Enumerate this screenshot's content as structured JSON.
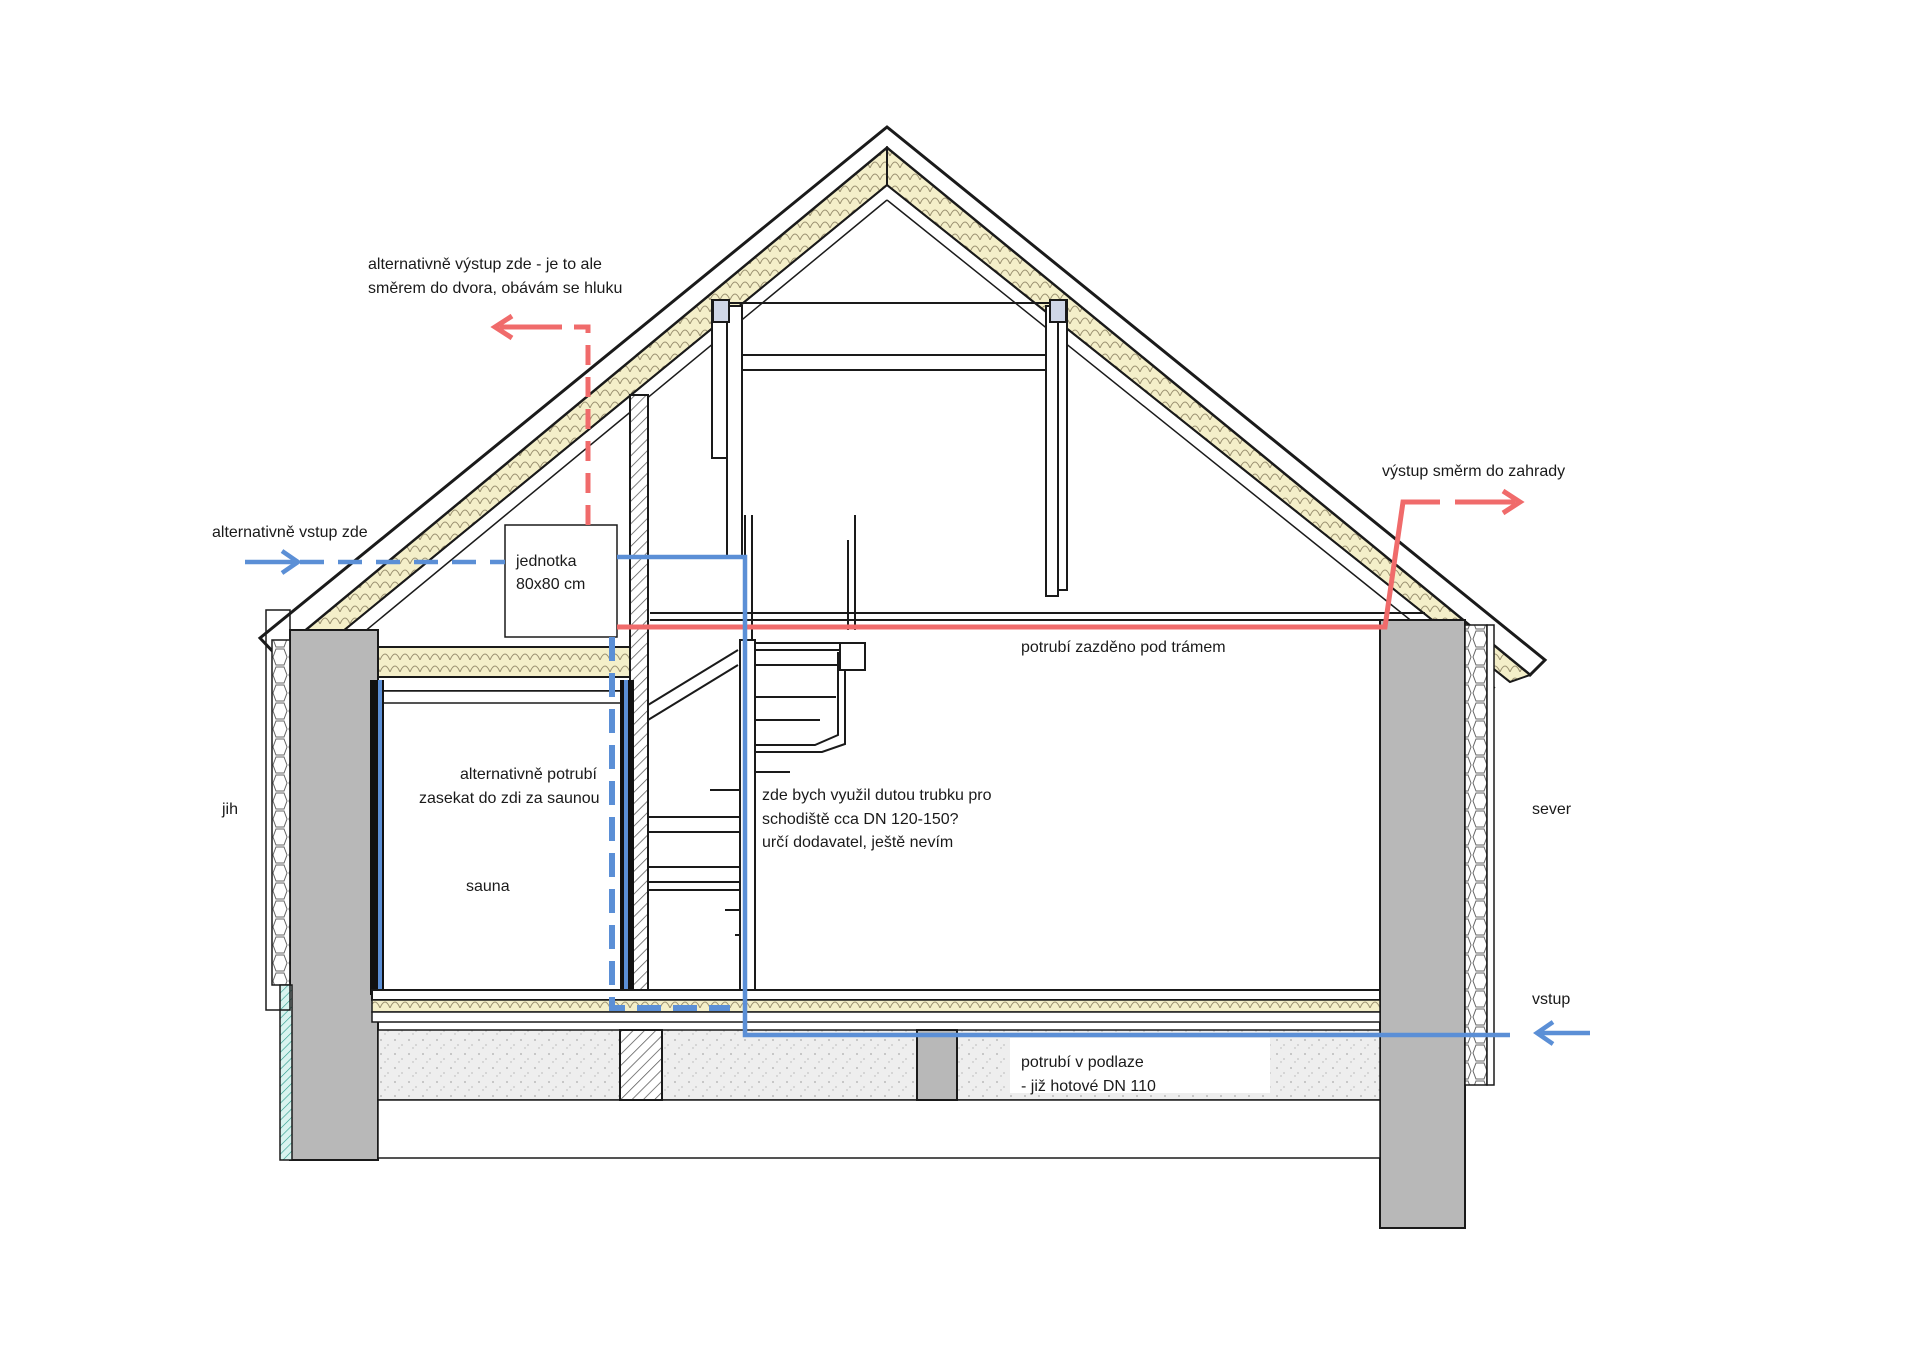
{
  "labels": {
    "alt_exit_line1": "alternativně výstup zde - je to ale",
    "alt_exit_line2": "směrem do dvora, obávám se hluku",
    "exit_garden": "výstup směrm do zahrady",
    "alt_entry": "alternativně vstup zde",
    "unit_line1": "jednotka",
    "unit_line2": "80x80 cm",
    "under_beam": "potrubí zazděno pod trámem",
    "alt_pipe_line1": "alternativně potrubí",
    "alt_pipe_line2": "zasekat do zdi za saunou",
    "stair_line1": "zde bych využil dutou trubku pro",
    "stair_line2": "schodiště cca  DN 120-150?",
    "stair_line3": "určí dodavatel, ještě nevím",
    "sauna": "sauna",
    "south": "jih",
    "north": "sever",
    "entry": "vstup",
    "floor_line1": "potrubí v podlaze",
    "floor_line2": " - již hotové DN 110"
  },
  "colors": {
    "supply_air": "#5b8fd6",
    "exhaust_air": "#f06b6b",
    "insulation": "#f5f0c8",
    "concrete": "#b8b8b8",
    "gravel": "#ececec",
    "outline": "#1a1a1a"
  }
}
